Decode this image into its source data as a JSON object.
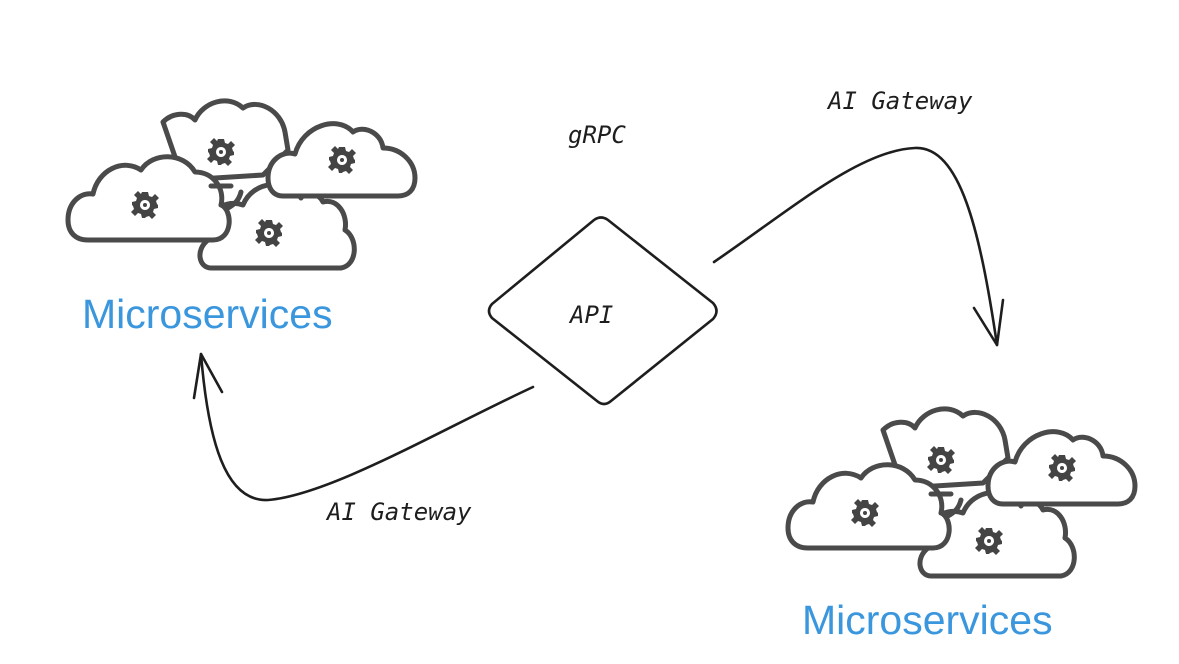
{
  "nodes": {
    "microservices_left": {
      "label": "Microservices",
      "icon": "clouds-with-gears-icon"
    },
    "microservices_right": {
      "label": "Microservices",
      "icon": "clouds-with-gears-icon"
    },
    "api": {
      "label": "API",
      "shape": "diamond"
    }
  },
  "labels": {
    "grpc": "gRPC",
    "gateway_top": "AI Gateway",
    "gateway_bottom": "AI Gateway"
  },
  "edges": [
    {
      "from": "api",
      "to": "microservices_right",
      "label": "AI Gateway"
    },
    {
      "from": "api",
      "to": "microservices_left",
      "label": "AI Gateway"
    }
  ],
  "colors": {
    "label_blue": "#3a96dd",
    "icon_gray": "#4a4a4a",
    "ink": "#1e1e1e"
  }
}
